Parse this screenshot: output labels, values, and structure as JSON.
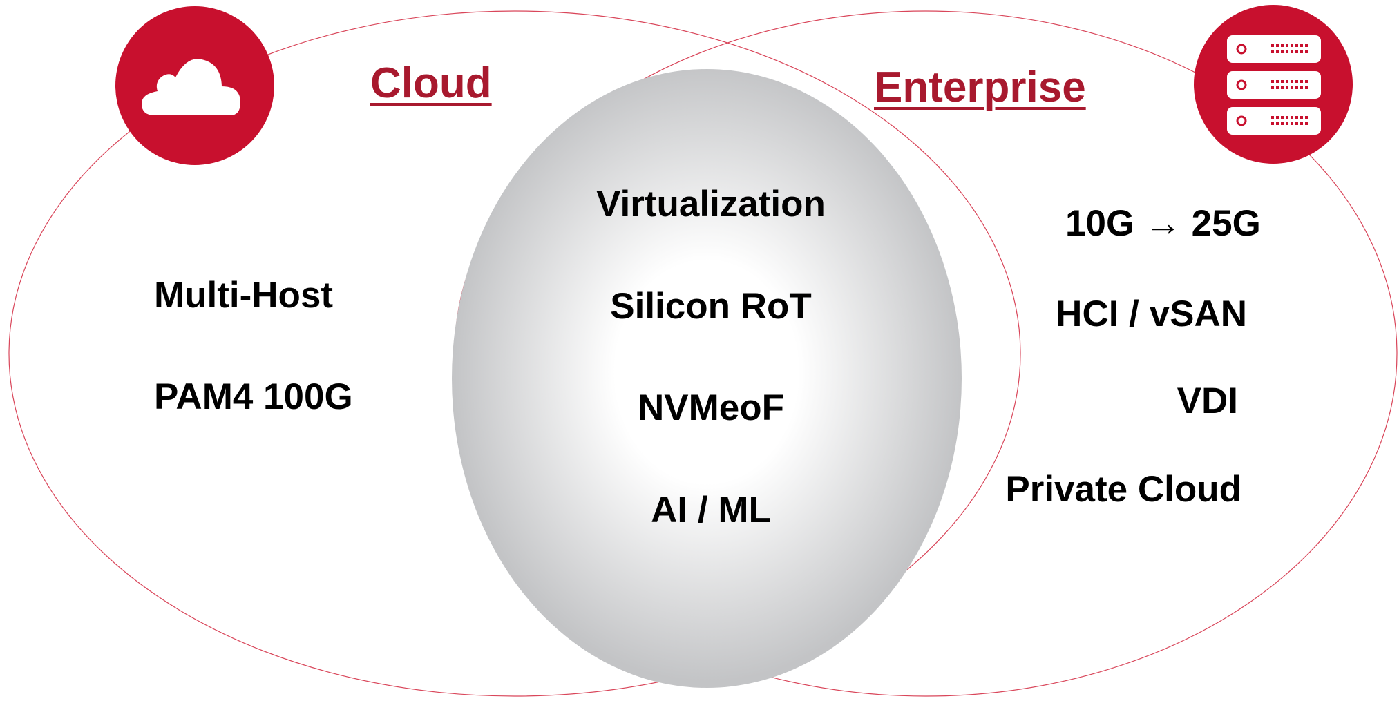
{
  "colors": {
    "accent": "#c8102e",
    "heading": "#a8192e",
    "outline": "#d9465a",
    "text": "#000000",
    "gray": "#c3c4c6"
  },
  "cloud": {
    "title": "Cloud",
    "icon": "cloud-icon",
    "items": [
      "Multi-Host",
      "PAM4 100G"
    ]
  },
  "center": {
    "items": [
      "Virtualization",
      "Silicon RoT",
      "NVMeoF",
      "AI / ML"
    ]
  },
  "enterprise": {
    "title": "Enterprise",
    "icon": "server-icon",
    "items": [
      "10G → 25G",
      "HCI / vSAN",
      "VDI",
      "Private Cloud"
    ]
  }
}
